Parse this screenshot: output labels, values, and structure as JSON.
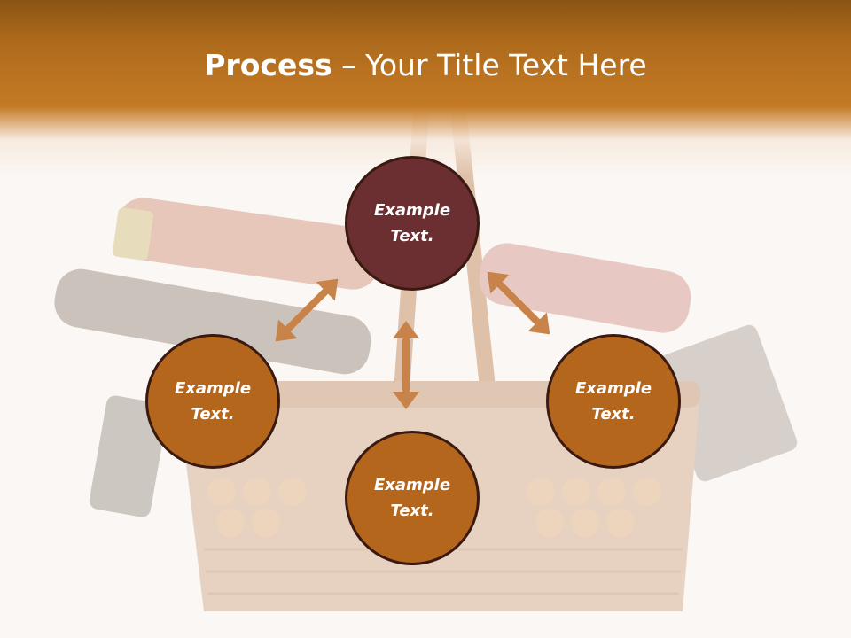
{
  "title": {
    "bold": "Process",
    "dash": " – ",
    "rest": "Your Title Text Here"
  },
  "colors": {
    "header": "#c47a24",
    "center": "#6b2f31",
    "satellite": "#b4661d",
    "arrow": "#c8834a"
  },
  "nodes": {
    "top": "Example\nText.",
    "left": "Example\nText.",
    "right": "Example\nText.",
    "bottom": "Example\nText."
  }
}
